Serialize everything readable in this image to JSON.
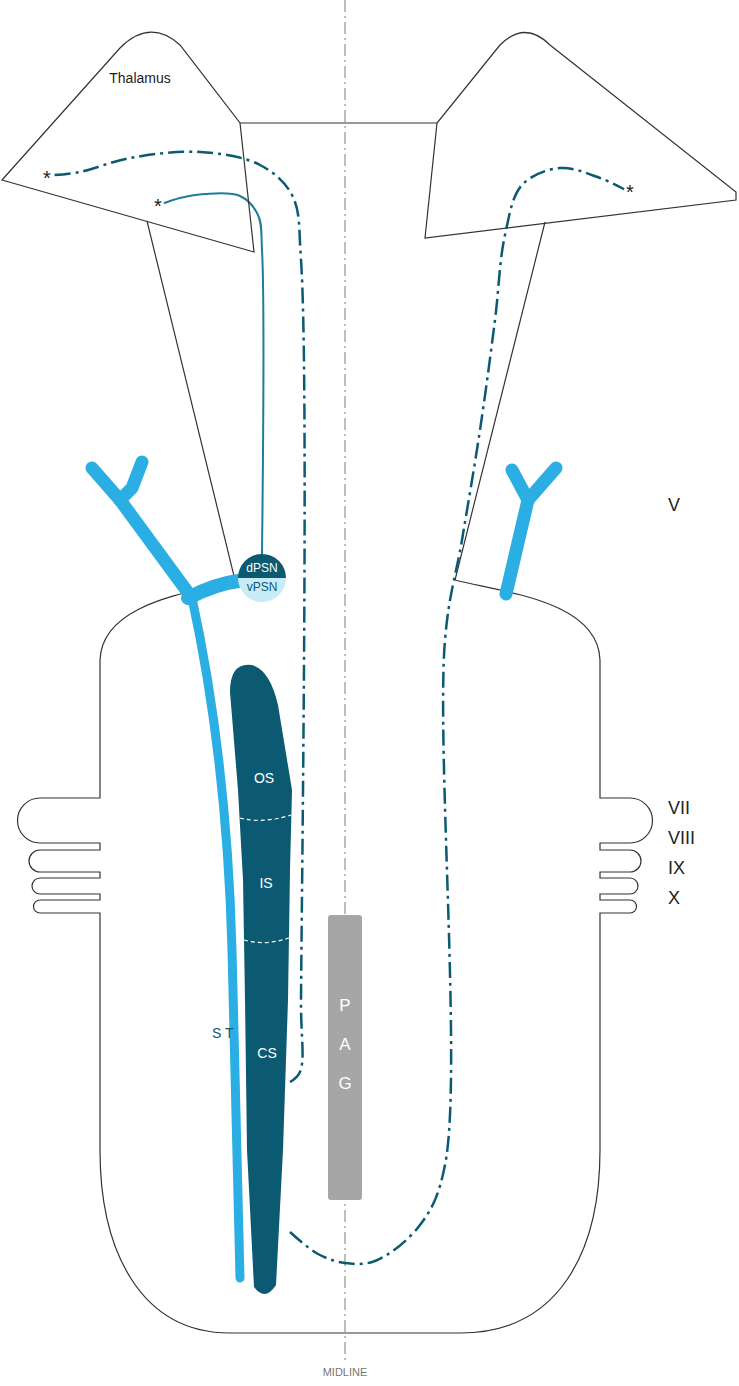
{
  "diagram": {
    "nodes": [
      {
        "text": [
          "Thalamus",
          "*",
          "*"
        ]
      },
      {
        "text": [
          "*"
        ]
      },
      {
        "text": [
          "dPSN"
        ]
      },
      {
        "text": [
          "vPSN"
        ]
      },
      {
        "text": [
          "OS"
        ]
      },
      {
        "text": [
          "IS"
        ]
      },
      {
        "text": [
          "CS"
        ]
      },
      {
        "text": [
          "P A G"
        ]
      }
    ],
    "edges": [
      {
        "from": 2,
        "to": 0,
        "arrow": "none"
      },
      {
        "from": 6,
        "to": 0,
        "arrow": "none"
      },
      {
        "from": 6,
        "to": 1,
        "arrow": "none"
      }
    ],
    "labels": [
      "S T",
      "V",
      "VII",
      "VIII",
      "IX",
      "X",
      "MIDLINE"
    ]
  }
}
